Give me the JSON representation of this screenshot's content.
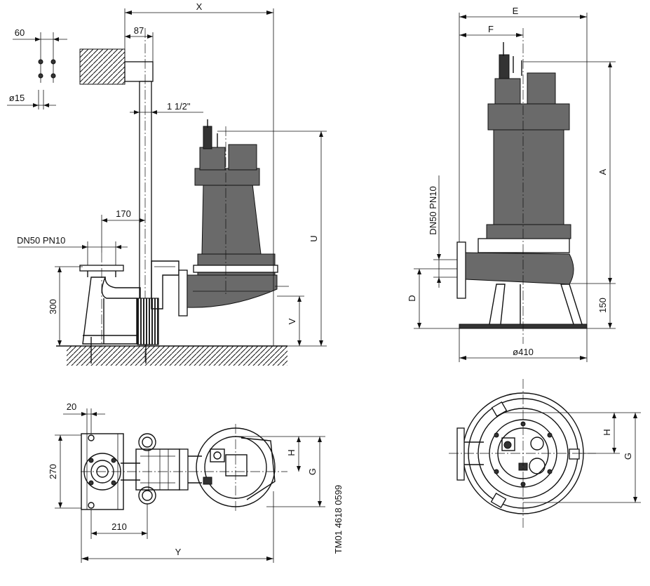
{
  "labels": {
    "x": "X",
    "d60": "60",
    "d87": "87",
    "dia15": "ø15",
    "pipe_size": "1 1/2\"",
    "d170": "170",
    "flange_left": "DN50 PN10",
    "d300": "300",
    "u": "U",
    "v": "V",
    "e": "E",
    "f": "F",
    "a": "A",
    "flange_right": "DN50 PN10",
    "d": "D",
    "d150": "150",
    "dia410": "ø410",
    "d20": "20",
    "d270": "270",
    "h_left": "H",
    "g_left": "G",
    "d210": "210",
    "y": "Y",
    "drawing_number": "TM01 4618 0599",
    "h_right": "H",
    "g_right": "G"
  }
}
